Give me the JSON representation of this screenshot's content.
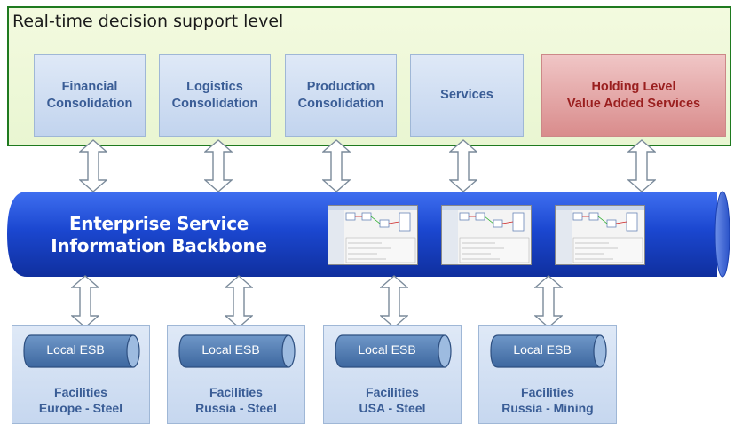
{
  "top_panel": {
    "title": "Real-time decision support level"
  },
  "services": [
    {
      "label": "Financial\nConsolidation"
    },
    {
      "label": "Logistics\nConsolidation"
    },
    {
      "label": "Production\nConsolidation"
    },
    {
      "label": "Services"
    },
    {
      "label": "Holding Level\nValue Added Services"
    }
  ],
  "backbone": {
    "label": "Enterprise Service\nInformation Backbone"
  },
  "facilities": [
    {
      "esb": "Local ESB",
      "label": "Facilities\nEurope - Steel"
    },
    {
      "esb": "Local ESB",
      "label": "Facilities\nRussia - Steel"
    },
    {
      "esb": "Local ESB",
      "label": "Facilities\nUSA - Steel"
    },
    {
      "esb": "Local ESB",
      "label": "Facilities\nRussia - Mining"
    }
  ],
  "colors": {
    "panel_border": "#1f7a1f",
    "backbone": "#1f4fd6",
    "service_text": "#3a5d96",
    "holding_text": "#9a1f1f"
  }
}
